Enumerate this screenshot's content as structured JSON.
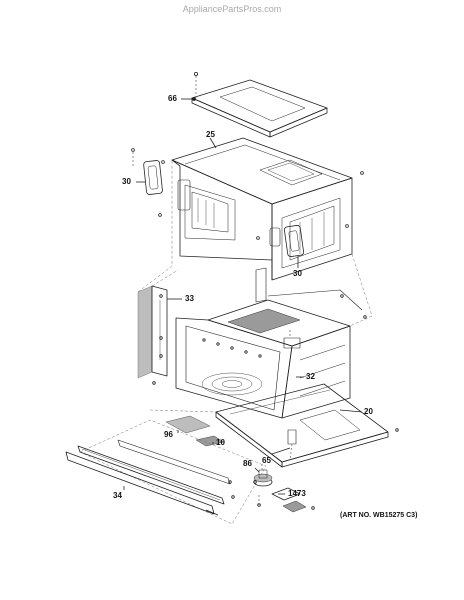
{
  "watermark": "AppliancePartsPros.com",
  "art_number": "(ART NO. WB15275 C3)",
  "callouts": {
    "c66": "66",
    "c25": "25",
    "c30a": "30",
    "c30b": "30",
    "c33": "33",
    "c32": "32",
    "c20": "20",
    "c96": "96",
    "c10": "10",
    "c86": "86",
    "c65": "65",
    "c1473": "1473",
    "c34": "34"
  },
  "colors": {
    "line": "#222222",
    "dash": "#777777",
    "shade": "#bdbdbd",
    "watermark": "#a9a9a9"
  }
}
